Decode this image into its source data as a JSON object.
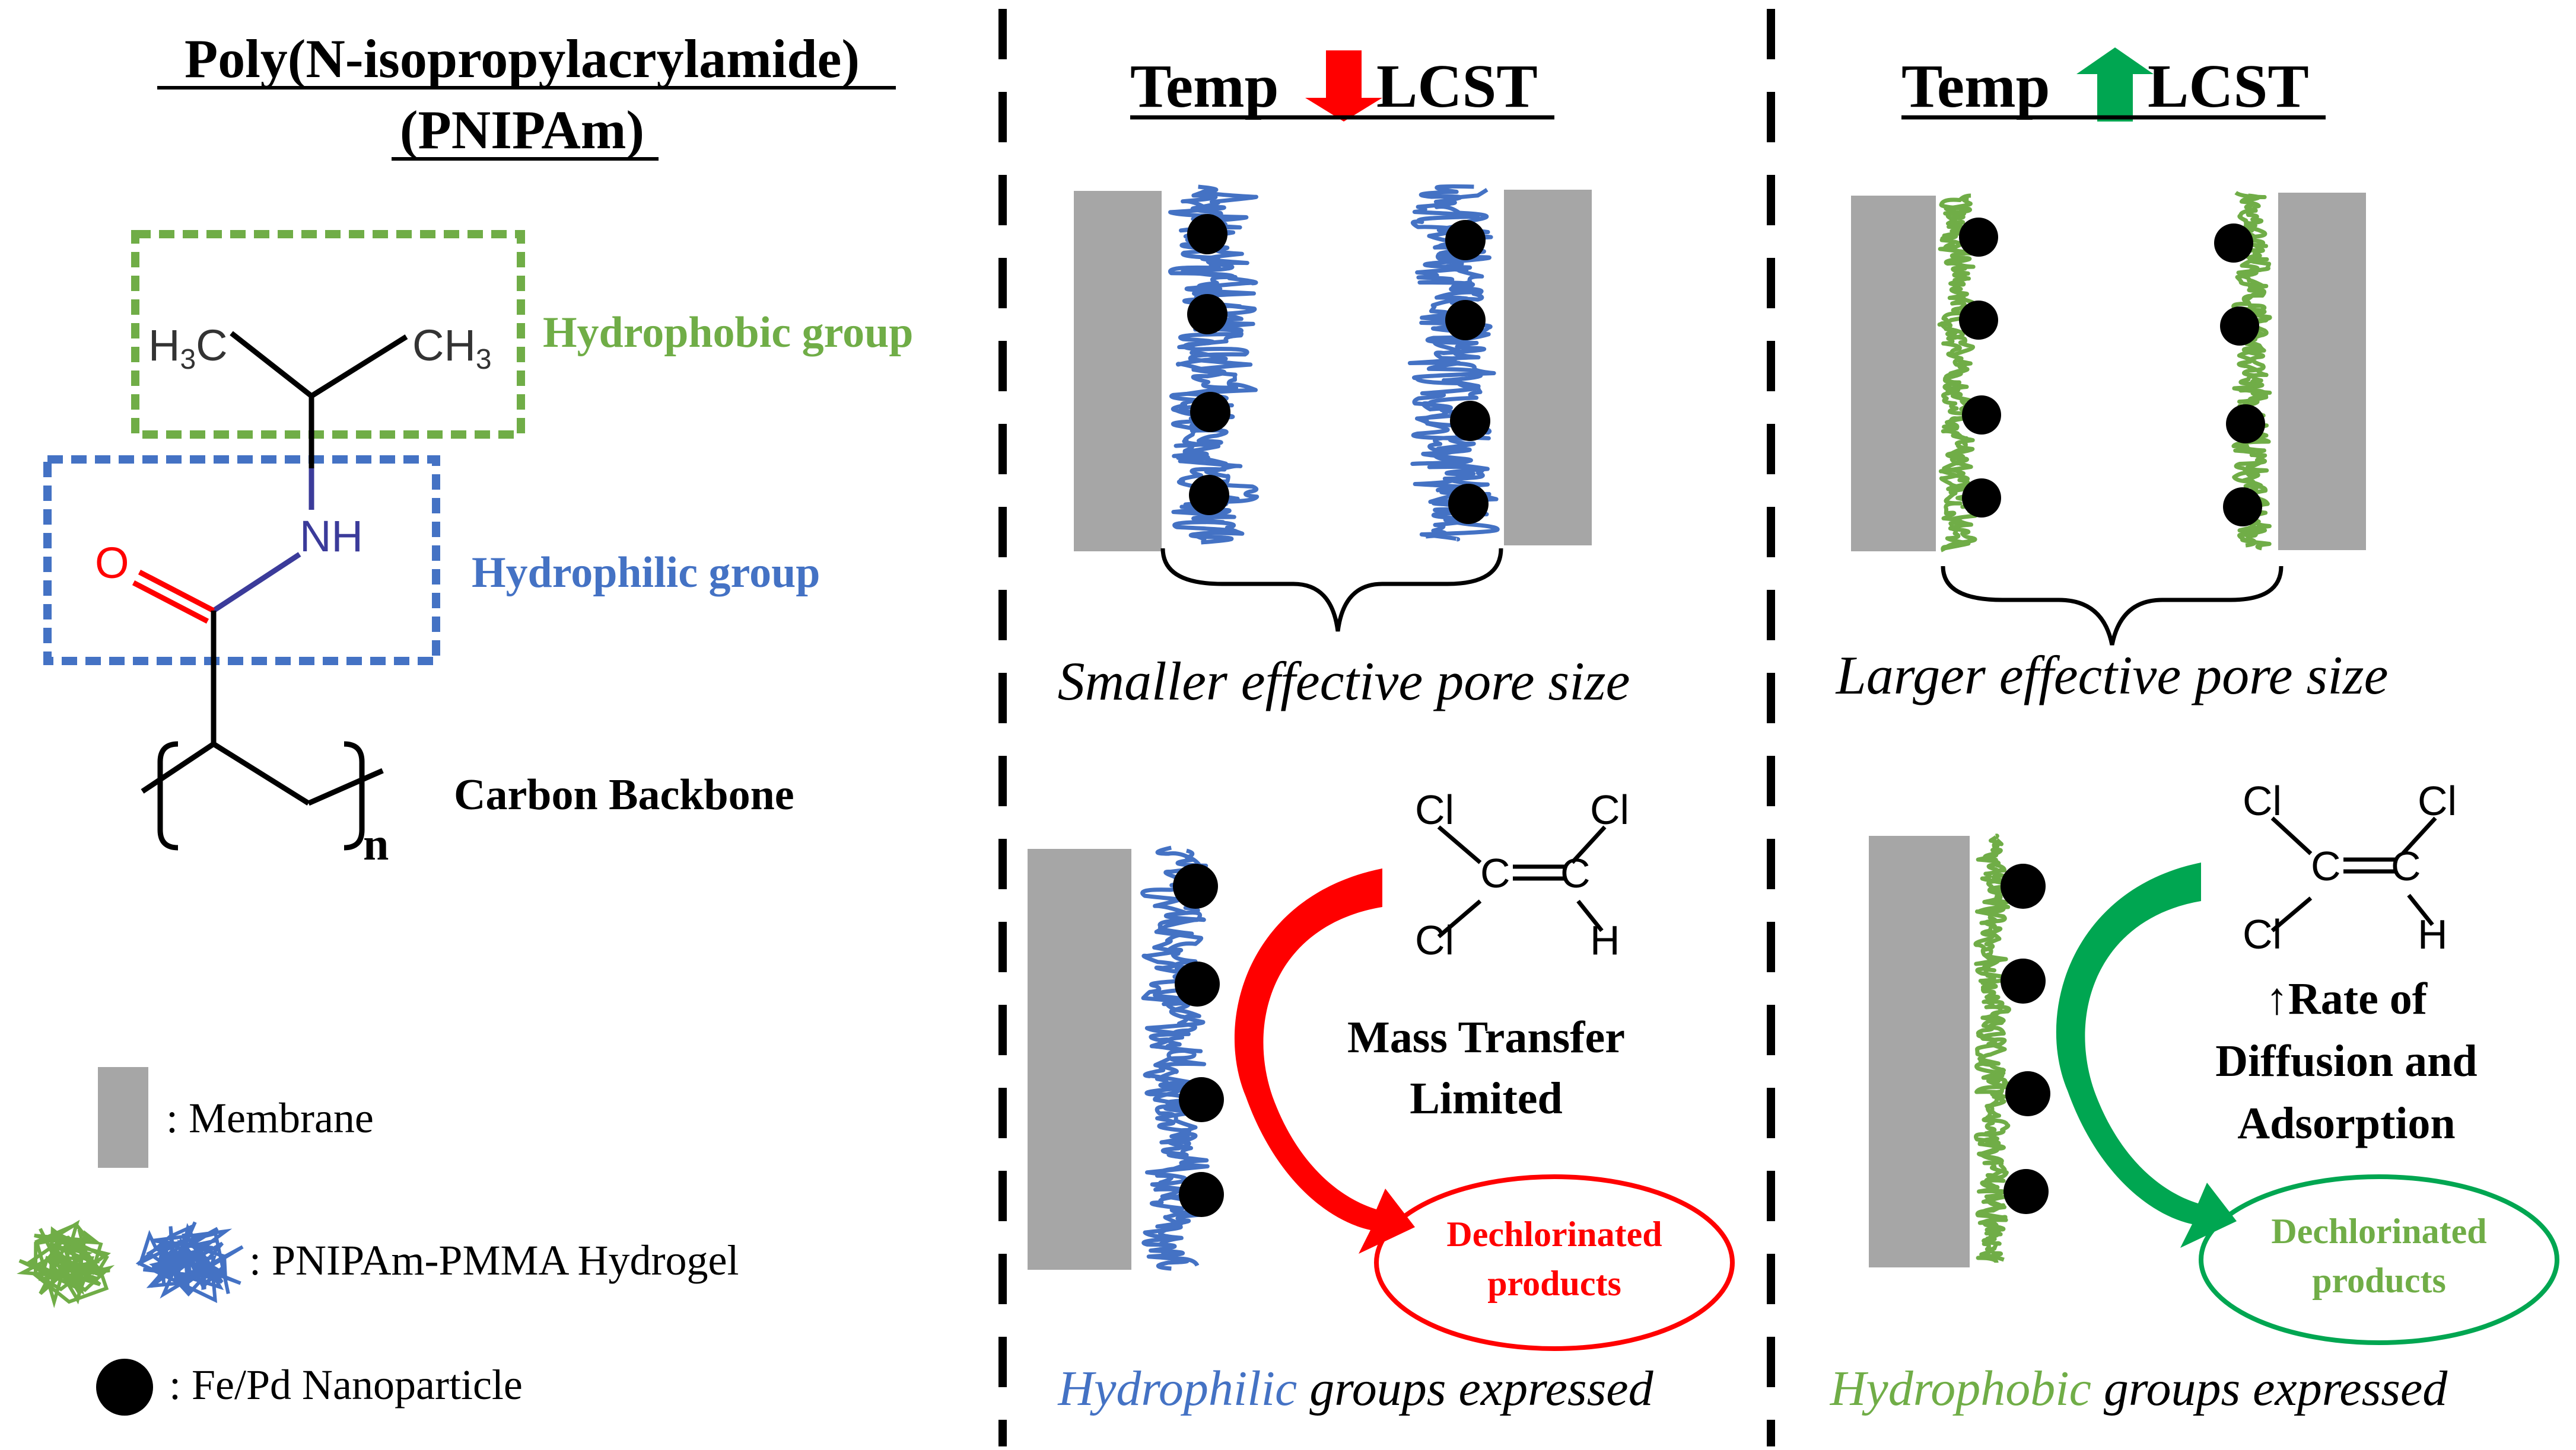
{
  "title_line1": "Poly(N-isopropylacrylamide)",
  "title_line2": "(PNIPAm)",
  "structure": {
    "h3c": "H",
    "h3c_sub": "3",
    "h3c_c": "C",
    "ch3": "CH",
    "ch3_sub": "3",
    "nh": "NH",
    "o": "O",
    "n_sub": "n"
  },
  "labels": {
    "hydrophobic": "Hydrophobic group",
    "hydrophilic": "Hydrophilic group",
    "backbone": "Carbon Backbone"
  },
  "legend": {
    "membrane": ": Membrane",
    "hydrogel": ": PNIPAm-PMMA Hydrogel",
    "nanoparticle": ": Fe/Pd Nanoparticle"
  },
  "panel_low": {
    "header_prefix": "Temp",
    "header_suffix": "LCST",
    "pore_caption": "Smaller effective pore size",
    "process_line1": "Mass Transfer",
    "process_line2": "Limited",
    "product_line1": "Dechlorinated",
    "product_line2": "products",
    "expressed_word": "Hydrophilic",
    "expressed_rest": " groups expressed"
  },
  "panel_high": {
    "header_prefix": "Temp",
    "header_suffix": "LCST",
    "pore_caption": "Larger effective pore size",
    "process_line1": "↑Rate of",
    "process_line2": "Diffusion and",
    "process_line3": "Adsorption",
    "product_line1": "Dechlorinated",
    "product_line2": "products",
    "expressed_word": "Hydrophobic",
    "expressed_rest": " groups expressed"
  },
  "tce": {
    "cl": "Cl",
    "c": "C",
    "h": "H"
  },
  "colors": {
    "green": "#70ad47",
    "blue": "#4472c4",
    "red": "#ff0000",
    "membrane": "#a6a6a6",
    "dark_green": "#00a651",
    "text": "#000000"
  }
}
